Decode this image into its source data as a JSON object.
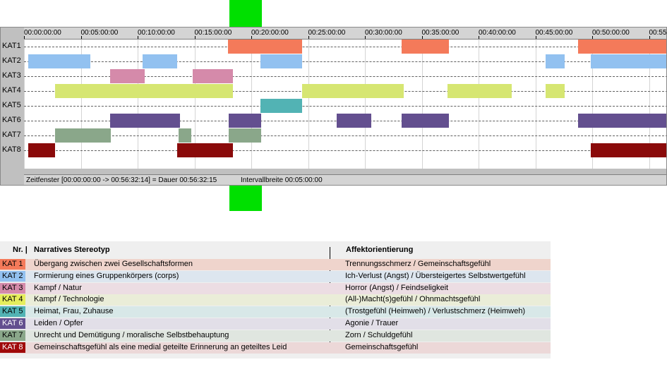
{
  "chart_data": {
    "type": "timeline",
    "time_unit": "minutes",
    "xlim": [
      0,
      56.54
    ],
    "ticks": [
      "00:00:00:00",
      "00:05:00:00",
      "00:10:00:00",
      "00:15:00:00",
      "00:20:00:00",
      "00:25:00:00",
      "00:30:00:00",
      "00:35:00:00",
      "00:40:00:00",
      "00:45:00:00",
      "00:50:00:00",
      "00:55"
    ],
    "tick_values": [
      0,
      5,
      10,
      15,
      20,
      25,
      30,
      35,
      40,
      45,
      50,
      55
    ],
    "highlight_window": [
      17.95,
      20.8
    ],
    "highlight_color": "#00e000",
    "grid": true,
    "categories": [
      "KAT1",
      "KAT2",
      "KAT3",
      "KAT4",
      "KAT5",
      "KAT6",
      "KAT7",
      "KAT8"
    ],
    "series": [
      {
        "name": "KAT1",
        "color": "#f47a5a",
        "intervals": [
          [
            17.95,
            24.45
          ],
          [
            33.2,
            37.4
          ],
          [
            48.75,
            56.54
          ]
        ]
      },
      {
        "name": "KAT2",
        "color": "#92c1f0",
        "intervals": [
          [
            0.35,
            5.85
          ],
          [
            10.45,
            13.5
          ],
          [
            20.8,
            24.45
          ],
          [
            45.9,
            47.6
          ],
          [
            49.9,
            56.54
          ]
        ]
      },
      {
        "name": "KAT3",
        "color": "#d58aaa",
        "intervals": [
          [
            7.6,
            10.65
          ],
          [
            14.85,
            18.4
          ]
        ]
      },
      {
        "name": "KAT4",
        "color": "#d6e672",
        "intervals": [
          [
            2.75,
            18.4
          ],
          [
            24.45,
            33.4
          ],
          [
            37.25,
            42.9
          ],
          [
            45.9,
            47.6
          ]
        ]
      },
      {
        "name": "KAT5",
        "color": "#52b3b4",
        "intervals": [
          [
            20.8,
            24.45
          ]
        ]
      },
      {
        "name": "KAT6",
        "color": "#634f8f",
        "intervals": [
          [
            7.6,
            13.7
          ],
          [
            18.0,
            20.85
          ],
          [
            27.5,
            30.55
          ],
          [
            33.2,
            37.4
          ],
          [
            48.75,
            56.54
          ]
        ]
      },
      {
        "name": "KAT7",
        "color": "#8aa78a",
        "intervals": [
          [
            2.75,
            7.65
          ],
          [
            13.6,
            14.75
          ],
          [
            18.0,
            20.85
          ]
        ]
      },
      {
        "name": "KAT8",
        "color": "#8a0a0a",
        "intervals": [
          [
            0.35,
            2.75
          ],
          [
            13.5,
            18.4
          ],
          [
            49.9,
            56.54
          ]
        ]
      }
    ],
    "status_window": "Zeitfenster [00:00:00:00 -> 00:56:32:14] = Dauer 00:56:32:15",
    "status_interval": "Intervallbreite 00:05:00:00"
  },
  "legend": {
    "header_nr": "Nr. |",
    "header_stereotype": "Narratives Stereotyp",
    "header_affekt": "Affektorientierung",
    "rows": [
      {
        "kat": "KAT 1",
        "color": "#f47a5a",
        "row_bg": "#efd4cc",
        "stereotype": "Übergang zwischen zwei Gesellschaftsformen",
        "affekt": "Trennungsschmerz / Gemeinschaftsgefühl"
      },
      {
        "kat": "KAT 2",
        "color": "#92c1f0",
        "row_bg": "#dde6ef",
        "stereotype": "Formierung eines Gruppenkörpers (corps)",
        "affekt": "Ich-Verlust (Angst) / Übersteigertes Selbstwertgefühl"
      },
      {
        "kat": "KAT 3",
        "color": "#d58aaa",
        "row_bg": "#ecdde3",
        "stereotype": "Kampf / Natur",
        "affekt": "Horror (Angst) / Feindseligkeit"
      },
      {
        "kat": "KAT 4",
        "color": "#e6ee5c",
        "row_bg": "#eaedd8",
        "stereotype": "Kampf / Technologie",
        "affekt": "(All-)Macht(s)gefühl / Ohnmachtsgefühl"
      },
      {
        "kat": "KAT 5",
        "color": "#52b3b4",
        "row_bg": "#d8e8e8",
        "stereotype": "Heimat, Frau, Zuhause",
        "affekt": "(Trostgefühl (Heimweh) / Verlustschmerz (Heimweh)"
      },
      {
        "kat": "KAT 6",
        "color": "#634f8f",
        "row_bg": "#e2dfe8",
        "stereotype": "Leiden / Opfer",
        "affekt": "Agonie / Trauer"
      },
      {
        "kat": "KAT 7",
        "color": "#8aa78a",
        "row_bg": "#e0e6e0",
        "stereotype": "Unrecht und Demütigung / moralische Selbstbehauptung",
        "affekt": "Zorn / Schuldgefühl"
      },
      {
        "kat": "KAT 8",
        "color": "#a00a0a",
        "row_bg": "#ecd8d8",
        "stereotype": "Gemeinschaftsgefühl als eine medial geteilte Erinnerung an geteiltes Leid",
        "affekt": "Gemeinschaftsgefühl"
      }
    ]
  }
}
